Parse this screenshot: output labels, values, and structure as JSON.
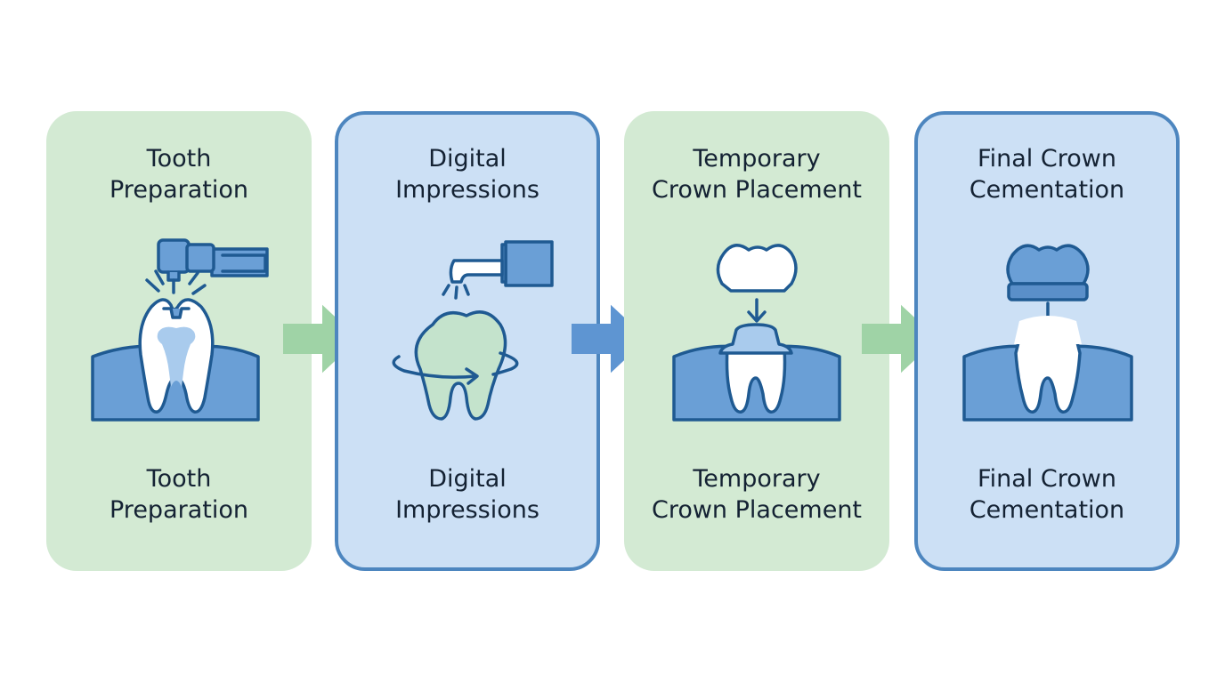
{
  "steps": [
    {
      "label": "Tooth\nPreparation",
      "caption": "Tooth\nPreparation",
      "icon": "drill-icon"
    },
    {
      "label": "Digital\nImpressions",
      "caption": "Digital\nImpressions",
      "icon": "scanner-icon"
    },
    {
      "label": "Temporary\nCrown Placement",
      "caption": "Temporary\nCrown Placement",
      "icon": "temporary-crown-icon"
    },
    {
      "label": "Final Crown\nCementation",
      "caption": "Final Crown\nCementation",
      "icon": "final-crown-icon"
    }
  ],
  "colors": {
    "green_card": "#d3ead3",
    "blue_card": "#cce0f5",
    "blue_border": "#4d86bf",
    "outline": "#1f5a92",
    "gum": "#6a9fd6",
    "green_arrow": "#9fd3a6",
    "blue_arrow": "#5e95d2"
  }
}
